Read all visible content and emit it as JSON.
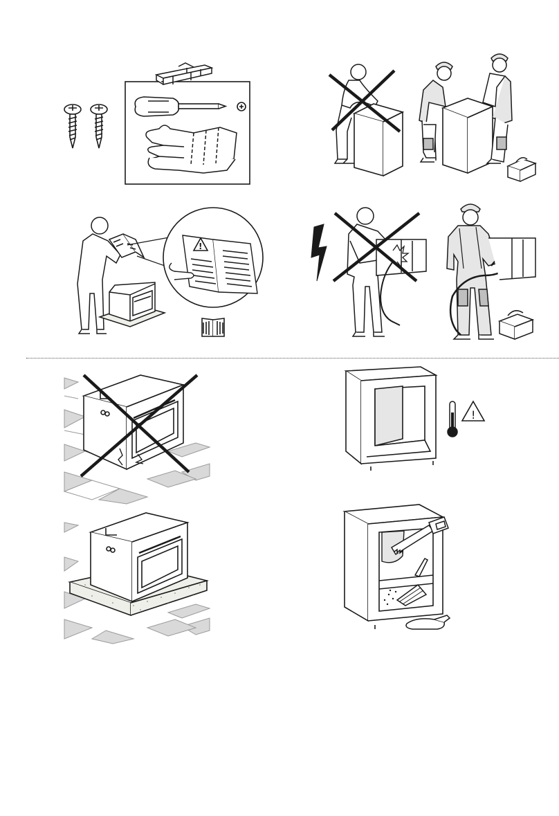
{
  "document": {
    "type": "installation instructions illustrations",
    "illustrations": [
      {
        "id": "tools-required",
        "icons": [
          "screw-icon",
          "screw-icon",
          "spirit-level-icon",
          "phillips-screwdriver-icon",
          "protective-gloves-icon"
        ]
      },
      {
        "id": "two-person-lift",
        "icons": [
          "cross-icon",
          "worker-icon",
          "worker-icon",
          "toolbox-icon"
        ]
      },
      {
        "id": "read-manual",
        "icons": [
          "warning-triangle-icon",
          "open-book-icon"
        ]
      },
      {
        "id": "electrical-work-professional",
        "icons": [
          "lightning-bolt-icon",
          "cross-icon",
          "worker-icon",
          "toolbox-icon"
        ]
      },
      {
        "id": "do-not-damage-oven",
        "icons": [
          "cross-icon"
        ]
      },
      {
        "id": "place-on-padding",
        "icons": []
      },
      {
        "id": "cabinet-heat-resistance",
        "icons": [
          "thermometer-icon",
          "warning-triangle-icon"
        ]
      },
      {
        "id": "cabinet-cutting-clean",
        "icons": [
          "saw-icon",
          "brush-icon",
          "dustpan-icon"
        ]
      }
    ]
  },
  "colors": {
    "line": "#1a1a1a",
    "fill": "#ffffff",
    "shade": "#e6e6e6",
    "tile": "#d9d9d9",
    "gravel": "#efefea"
  }
}
